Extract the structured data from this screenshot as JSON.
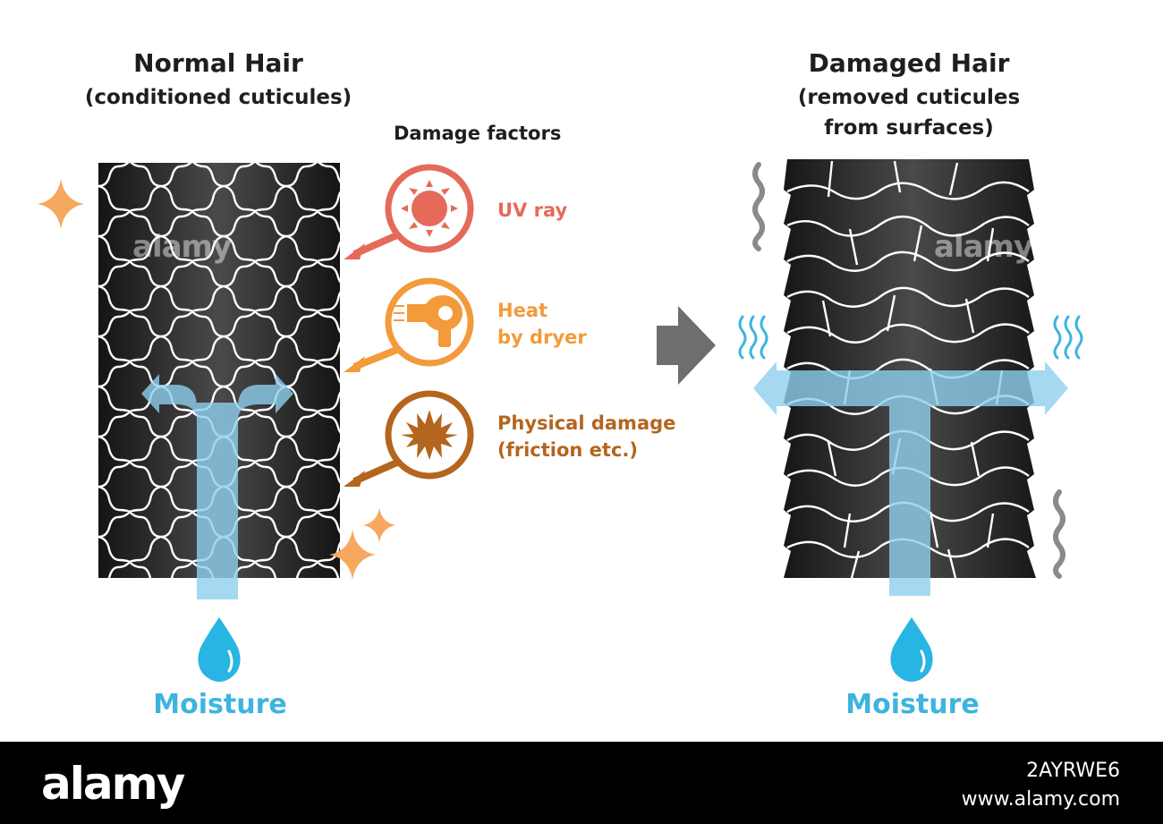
{
  "normal": {
    "title": "Normal Hair",
    "subtitle": "(conditioned cuticules)"
  },
  "damaged": {
    "title": "Damaged Hair",
    "subtitle_line1": "(removed cuticules",
    "subtitle_line2": "from surfaces)"
  },
  "damage_factors": {
    "heading": "Damage factors",
    "items": [
      {
        "label_line1": "UV ray",
        "label_line2": "",
        "icon": "sun-icon",
        "color": "#e56a5a"
      },
      {
        "label_line1": "Heat",
        "label_line2": "by dryer",
        "icon": "hair-dryer-icon",
        "color": "#f39a3a"
      },
      {
        "label_line1": "Physical damage",
        "label_line2": "(friction etc.)",
        "icon": "burst-icon",
        "color": "#b4651e"
      }
    ]
  },
  "moisture_label": "Moisture",
  "colors": {
    "hair_dark": "#2a2a2a",
    "moisture_blue": "#3db4e0",
    "arrow_blue": "#8fd0ee",
    "sparkle": "#f6a85f",
    "gray_arrow": "#6e6e6e"
  },
  "watermark": {
    "brand": "alamy",
    "image_id": "2AYRWE6",
    "url": "www.alamy.com"
  }
}
